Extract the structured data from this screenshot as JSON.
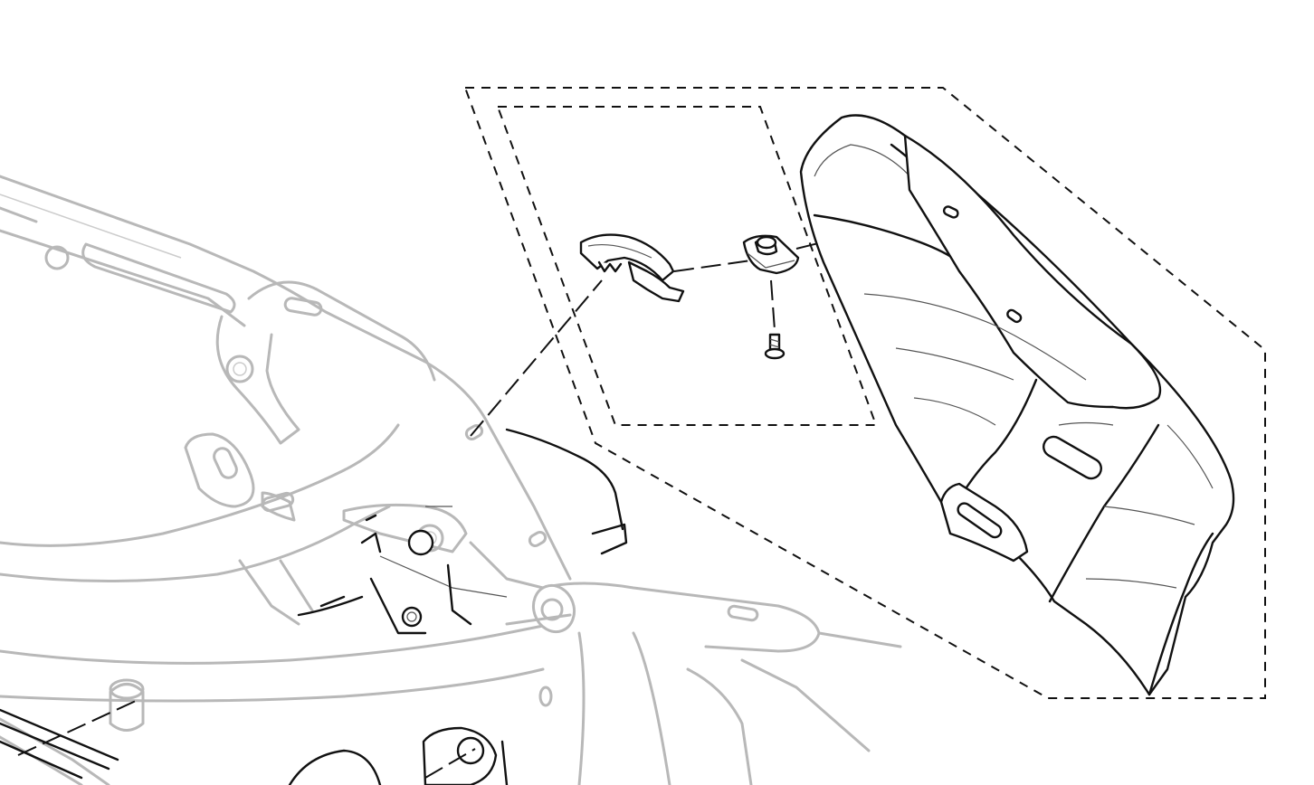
{
  "diagram": {
    "kind": "exploded-assembly-line-drawing",
    "colors": {
      "background": "#ffffff",
      "part_outline": "#111111",
      "frame_outline": "#b8b8b8",
      "leader_line": "#111111"
    },
    "parts": [
      {
        "id": "side-cover-panel"
      },
      {
        "id": "cable-guide-clip"
      },
      {
        "id": "spring-nut-clip"
      },
      {
        "id": "fastener-screw"
      },
      {
        "id": "frame-assembly"
      }
    ],
    "callout_groups": [
      {
        "id": "outer-detail-box",
        "contains": [
          "side-cover-panel",
          "cable-guide-clip",
          "spring-nut-clip",
          "fastener-screw"
        ]
      },
      {
        "id": "inner-detail-box",
        "contains": [
          "cable-guide-clip",
          "spring-nut-clip",
          "fastener-screw"
        ]
      }
    ],
    "text_labels": []
  }
}
